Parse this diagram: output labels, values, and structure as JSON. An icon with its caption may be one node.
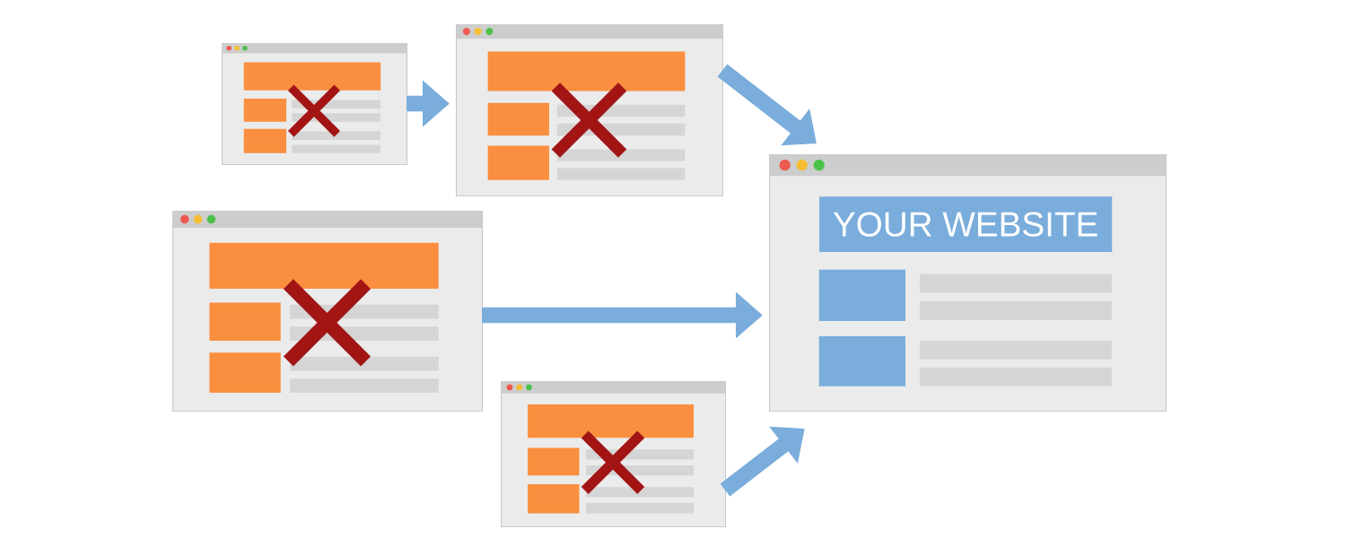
{
  "diagram": {
    "nodes": [
      {
        "text": [],
        "shape": "picture"
      },
      {
        "text": [],
        "shape": "picture"
      },
      {
        "text": [],
        "shape": "picture"
      },
      {
        "text": [],
        "shape": "picture"
      },
      {
        "text": [
          "YOUR WEBSITE"
        ]
      }
    ],
    "edges": [
      {
        "from": 0,
        "to": 1,
        "arrow": "to"
      },
      {
        "from": 1,
        "to": 4,
        "arrow": "to"
      },
      {
        "from": 2,
        "to": 4,
        "arrow": "to"
      },
      {
        "from": 3,
        "to": 4,
        "arrow": "to"
      }
    ]
  }
}
